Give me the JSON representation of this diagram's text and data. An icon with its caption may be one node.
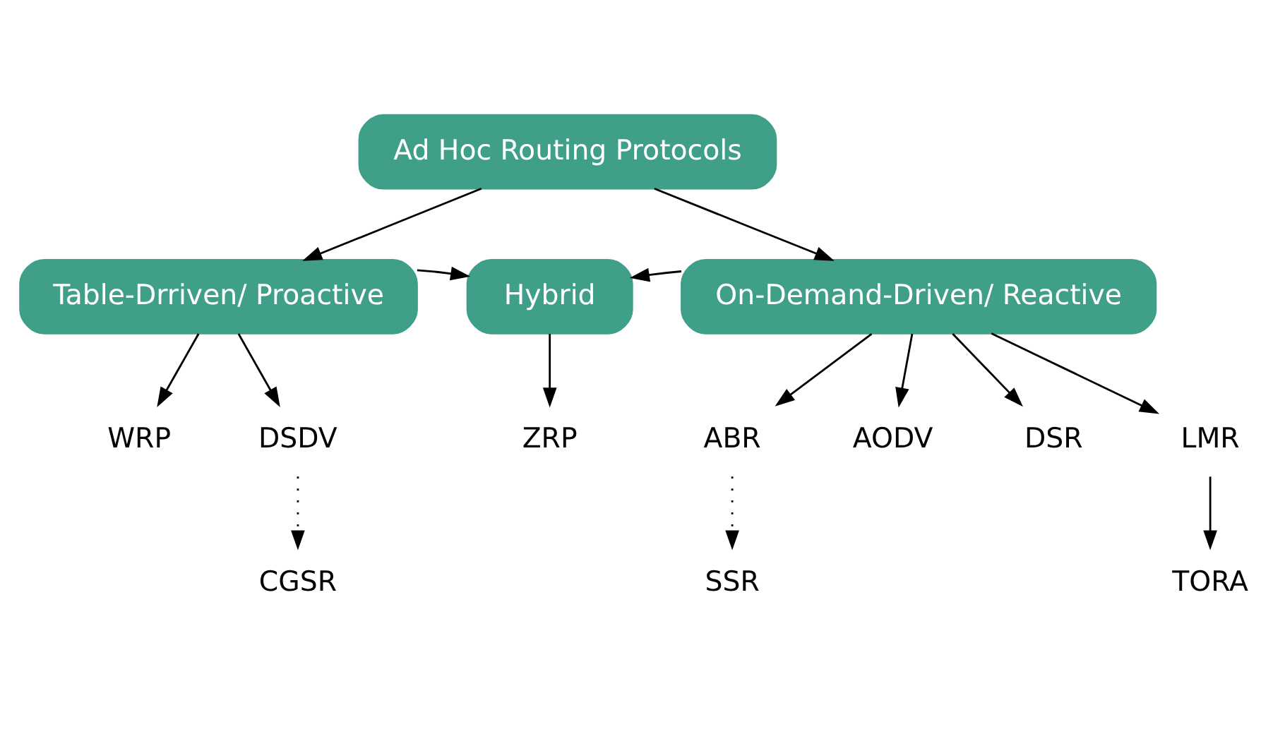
{
  "diagram": {
    "nodes": [
      {
        "text": [
          "Ad Hoc Routing Protocols"
        ]
      },
      {
        "text": [
          "Table-Drriven/ Proactive"
        ]
      },
      {
        "text": [
          "Hybrid"
        ]
      },
      {
        "text": [
          "On-Demand-Driven/ Reactive"
        ]
      },
      {
        "text": [
          "DSDV"
        ]
      },
      {
        "text": [
          "WRP"
        ]
      },
      {
        "text": [
          "ZRP"
        ]
      },
      {
        "text": [
          "AODV"
        ]
      },
      {
        "text": [
          "DSR"
        ]
      },
      {
        "text": [
          "LMR"
        ]
      },
      {
        "text": [
          "ABR"
        ]
      },
      {
        "text": [
          "CGSR"
        ]
      },
      {
        "text": [
          "TORA"
        ]
      },
      {
        "text": [
          "SSR"
        ]
      }
    ],
    "edges": [
      {
        "from": 0,
        "to": 1,
        "arrow": "to"
      },
      {
        "from": 0,
        "to": 3,
        "arrow": "to"
      },
      {
        "from": 1,
        "to": 2,
        "arrow": "to"
      },
      {
        "from": 3,
        "to": 2,
        "arrow": "to"
      },
      {
        "from": 1,
        "to": 4,
        "arrow": "to"
      },
      {
        "from": 1,
        "to": 5,
        "arrow": "to"
      },
      {
        "from": 2,
        "to": 6,
        "arrow": "to"
      },
      {
        "from": 3,
        "to": 7,
        "arrow": "to"
      },
      {
        "from": 3,
        "to": 8,
        "arrow": "to"
      },
      {
        "from": 3,
        "to": 9,
        "arrow": "to"
      },
      {
        "from": 3,
        "to": 10,
        "arrow": "to"
      },
      {
        "from": 4,
        "to": 11,
        "arrow": "to",
        "style": "dashed"
      },
      {
        "from": 9,
        "to": 12,
        "arrow": "to"
      },
      {
        "from": 10,
        "to": 13,
        "arrow": "to",
        "style": "dashed"
      }
    ]
  }
}
